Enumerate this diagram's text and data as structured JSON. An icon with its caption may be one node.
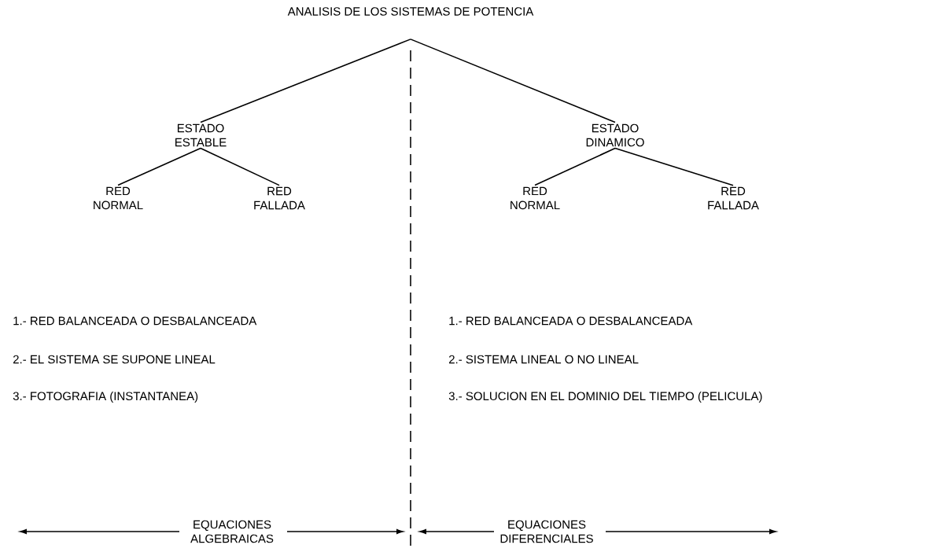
{
  "diagram": {
    "nodes": [
      {
        "text": [
          "ANALISIS DE LOS SISTEMAS DE POTENCIA"
        ]
      },
      {
        "text": [
          "ESTADO ESTABLE"
        ]
      },
      {
        "text": [
          "ESTADO DINAMICO"
        ]
      },
      {
        "text": [
          "RED NORMAL"
        ]
      },
      {
        "text": [
          "RED FALLADA"
        ]
      },
      {
        "text": [
          "RED NORMAL"
        ]
      },
      {
        "text": [
          "RED FALLADA"
        ]
      }
    ],
    "edges": [
      {
        "from": 0,
        "to": 1,
        "arrow": "none"
      },
      {
        "from": 0,
        "to": 2,
        "arrow": "none"
      },
      {
        "from": 1,
        "to": 3,
        "arrow": "none"
      },
      {
        "from": 1,
        "to": 4,
        "arrow": "none"
      },
      {
        "from": 2,
        "to": 5,
        "arrow": "none"
      },
      {
        "from": 2,
        "to": 6,
        "arrow": "none"
      }
    ],
    "labels": [
      "1.- RED BALANCEADA O DESBALANCEADA",
      "1.- RED BALANCEADA O DESBALANCEADA",
      "2.- EL SISTEMA SE SUPONE LINEAL",
      "2.- SISTEMA LINEAL O NO LINEAL",
      "3.- FOTOGRAFIA (INSTANTANEA)",
      "3.- SOLUCION EN EL DOMINIO DEL TIEMPO (PELICULA)",
      "EQUACIONES ALGEBRAICAS",
      "EQUACIONES DIFERENCIALES"
    ]
  }
}
